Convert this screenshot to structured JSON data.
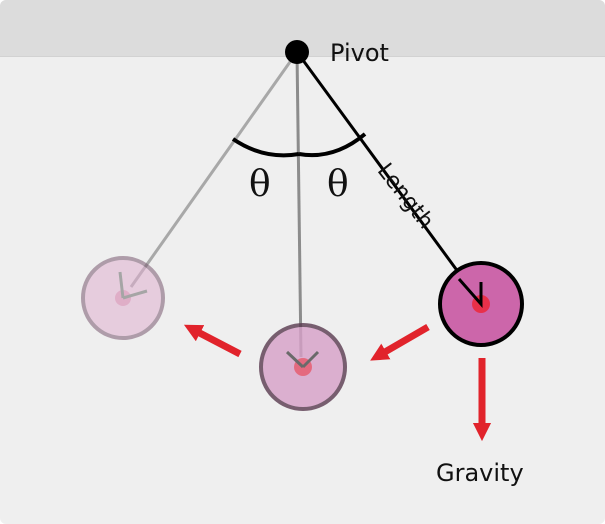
{
  "labels": {
    "pivot": "Pivot",
    "length": "Length",
    "theta_left": "θ",
    "theta_right": "θ",
    "gravity": "Gravity"
  },
  "colors": {
    "background": "#efefef",
    "top_bar": "#dcdcdc",
    "force_arrow": "#e1232b",
    "bob_fill": "#cc66aa",
    "bob_center": "#e8304a",
    "string_current": "#000000",
    "string_ghost": "#a8a8a8"
  }
}
